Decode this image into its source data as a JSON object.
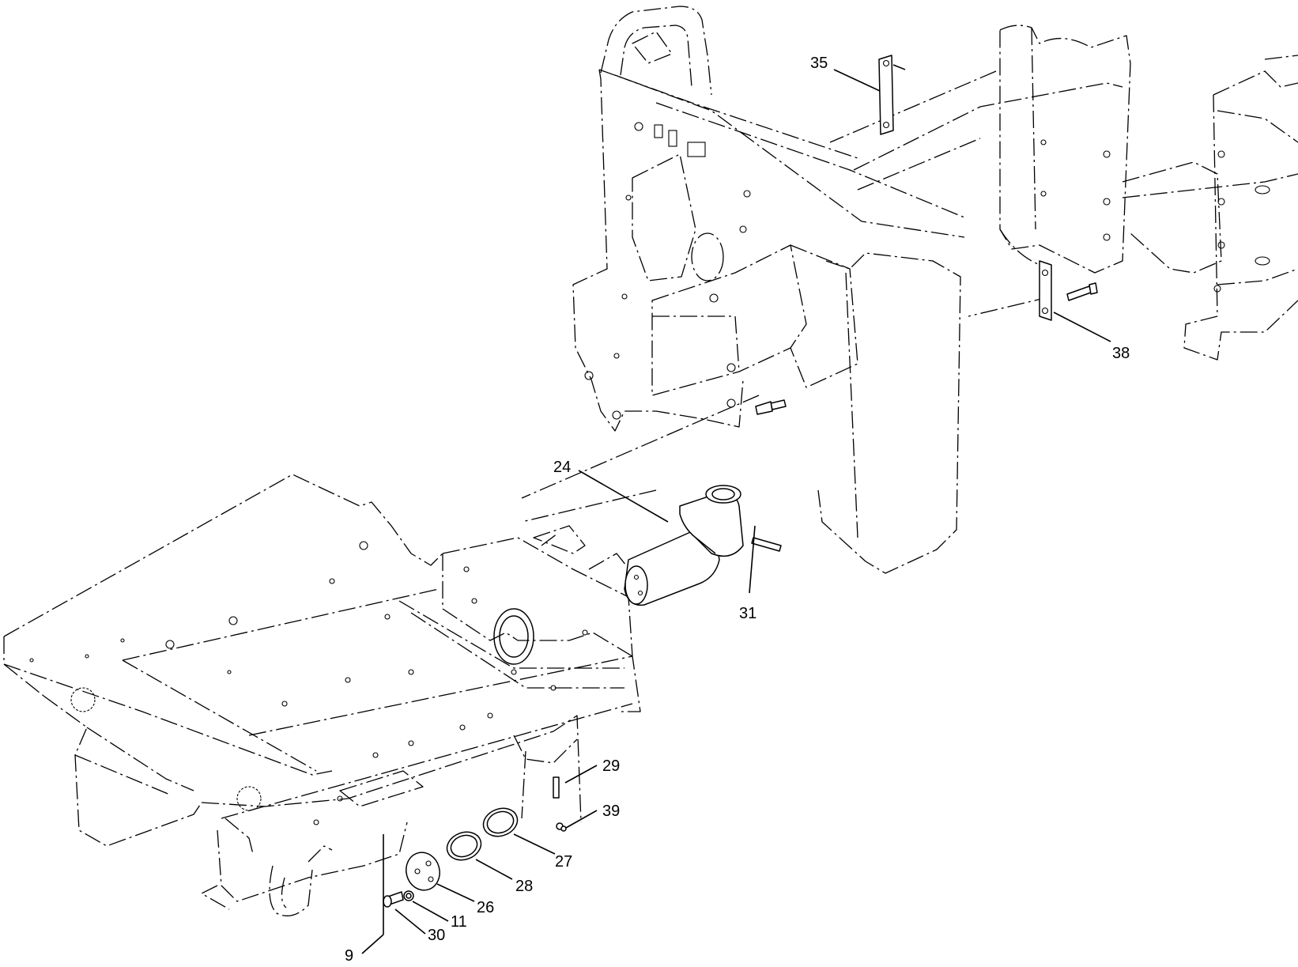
{
  "callouts": [
    {
      "id": "9",
      "label": "9"
    },
    {
      "id": "11",
      "label": "11"
    },
    {
      "id": "24",
      "label": "24"
    },
    {
      "id": "26",
      "label": "26"
    },
    {
      "id": "27",
      "label": "27"
    },
    {
      "id": "28",
      "label": "28"
    },
    {
      "id": "29",
      "label": "29"
    },
    {
      "id": "30",
      "label": "30"
    },
    {
      "id": "31",
      "label": "31"
    },
    {
      "id": "35",
      "label": "35"
    },
    {
      "id": "38",
      "label": "38"
    },
    {
      "id": "39",
      "label": "39"
    }
  ]
}
